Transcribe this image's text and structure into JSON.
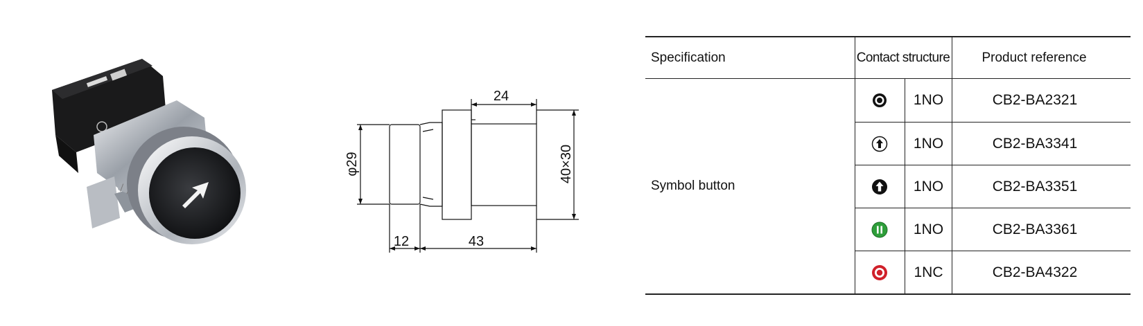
{
  "drawing": {
    "dim_top": "24",
    "dim_diameter": "φ29",
    "dim_body": "40×30",
    "dim_bottom_left": "12",
    "dim_bottom_right": "43"
  },
  "table": {
    "headers": {
      "specification": "Specification",
      "contact_structure": "Contact structure",
      "product_reference": "Product reference"
    },
    "specification_value": "Symbol button",
    "rows": [
      {
        "symbol": "ring-dot-icon",
        "symbol_color": "#111111",
        "contact": "1NO",
        "reference": "CB2-BA2321"
      },
      {
        "symbol": "up-arrow-outline-icon",
        "symbol_color": "#111111",
        "contact": "1NO",
        "reference": "CB2-BA3341"
      },
      {
        "symbol": "up-arrow-filled-icon",
        "symbol_color": "#111111",
        "contact": "1NO",
        "reference": "CB2-BA3351"
      },
      {
        "symbol": "pause-icon",
        "symbol_color": "#2e9e3a",
        "contact": "1NO",
        "reference": "CB2-BA3361"
      },
      {
        "symbol": "ring-dot-icon",
        "symbol_color": "#d0202a",
        "contact": "1NC",
        "reference": "CB2-BA4322"
      }
    ]
  },
  "colors": {
    "table_line": "#222222",
    "green": "#2e9e3a",
    "red": "#d0202a"
  }
}
